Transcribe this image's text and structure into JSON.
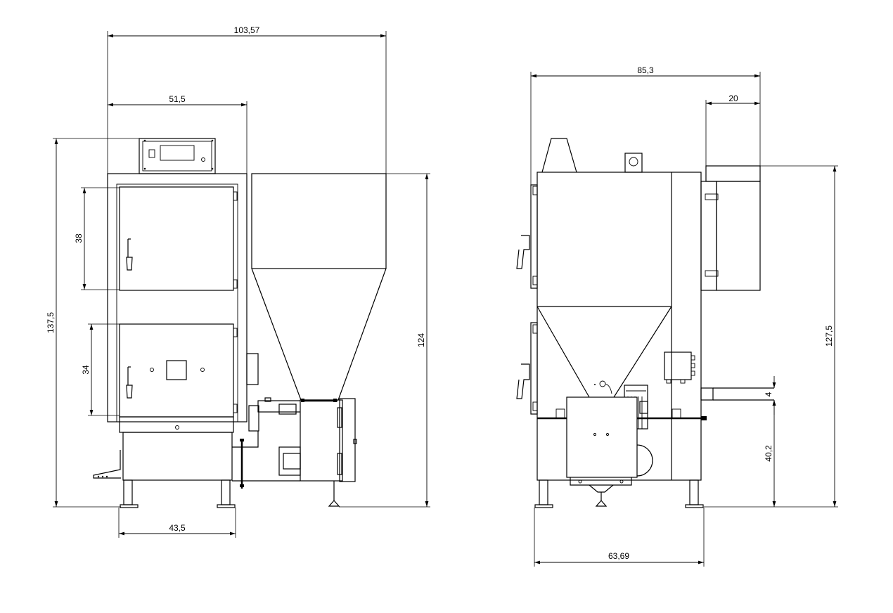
{
  "dimensions": {
    "front_total_width": "103,57",
    "front_body_width": "51,5",
    "front_total_height": "137,5",
    "upper_door_height": "38",
    "lower_door_height": "34",
    "hopper_height": "124",
    "front_legs_width": "43,5",
    "side_total_width": "85,3",
    "side_top_box_width": "20",
    "side_total_height": "127,5",
    "outlet_pipe_diameter": "4",
    "outlet_height": "40,2",
    "side_legs_width": "63,69"
  }
}
